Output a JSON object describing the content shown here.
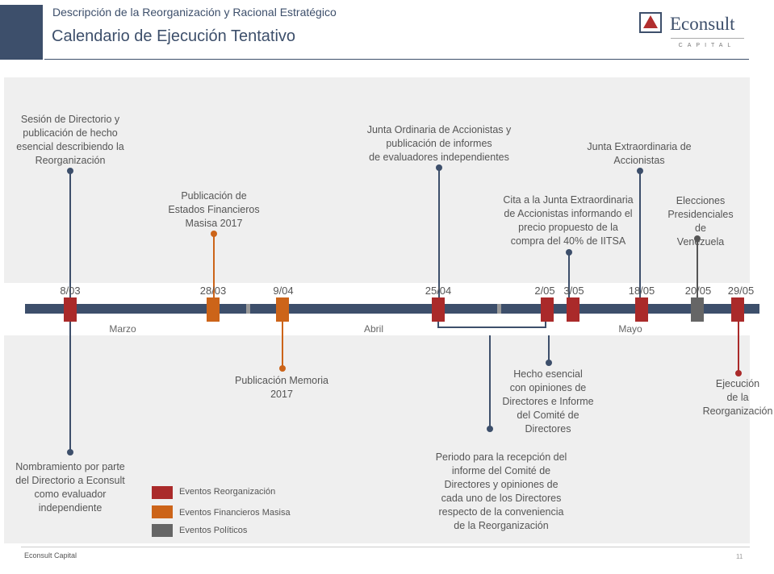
{
  "header": {
    "subtitle": "Descripción de la Reorganización y Racional Estratégico",
    "title": "Calendario de Ejecución Tentativo",
    "logo": {
      "name": "Econsult",
      "sub": "CAPITAL",
      "icon": "triangle-logo-icon",
      "color_main": "#3d4f6b",
      "color_accent": "#b22f2f"
    }
  },
  "timeline": {
    "months": [
      "Marzo",
      "Abril",
      "Mayo"
    ],
    "dates": [
      "8/03",
      "28/03",
      "9/04",
      "25/04",
      "2/05",
      "3/05",
      "18/05",
      "20/05",
      "29/05"
    ],
    "events_above": {
      "e1": "Sesión de Directorio y\npublicación de hecho\nesencial describiendo la\nReorganización",
      "e2": "Publicación de\nEstados Financieros\nMasisa 2017",
      "e3": "Junta Ordinaria de Accionistas y\npublicación de informes\nde evaluadores independientes",
      "e4": "Cita a la Junta Extraordinaria\nde Accionistas informando el\nprecio propuesto de la\ncompra del 40% de IITSA",
      "e5": "Junta Extraordinaria de\nAccionistas",
      "e6": "Elecciones\nPresidenciales de\nVenezuela"
    },
    "events_below": {
      "b1": "Nombramiento por parte\ndel Directorio a Econsult\ncomo evaluador\nindependiente",
      "b2": "Publicación Memoria\n2017",
      "b3": "Periodo para la recepción del\ninforme del Comité de\nDirectores y opiniones de\ncada uno de los Directores\nrespecto de la conveniencia\nde la Reorganización",
      "b4": "Hecho esencial\ncon opiniones de\nDirectores e Informe\ndel Comité de\nDirectores",
      "b5": "Ejecución\nde la\nReorganización"
    }
  },
  "legend": [
    {
      "label": "Eventos Reorganización",
      "color": "#aa2a2a"
    },
    {
      "label": "Eventos Financieros Masisa",
      "color": "#cc6419"
    },
    {
      "label": "Eventos Políticos",
      "color": "#666666"
    }
  ],
  "footer": {
    "left": "Econsult Capital",
    "page": "11"
  }
}
